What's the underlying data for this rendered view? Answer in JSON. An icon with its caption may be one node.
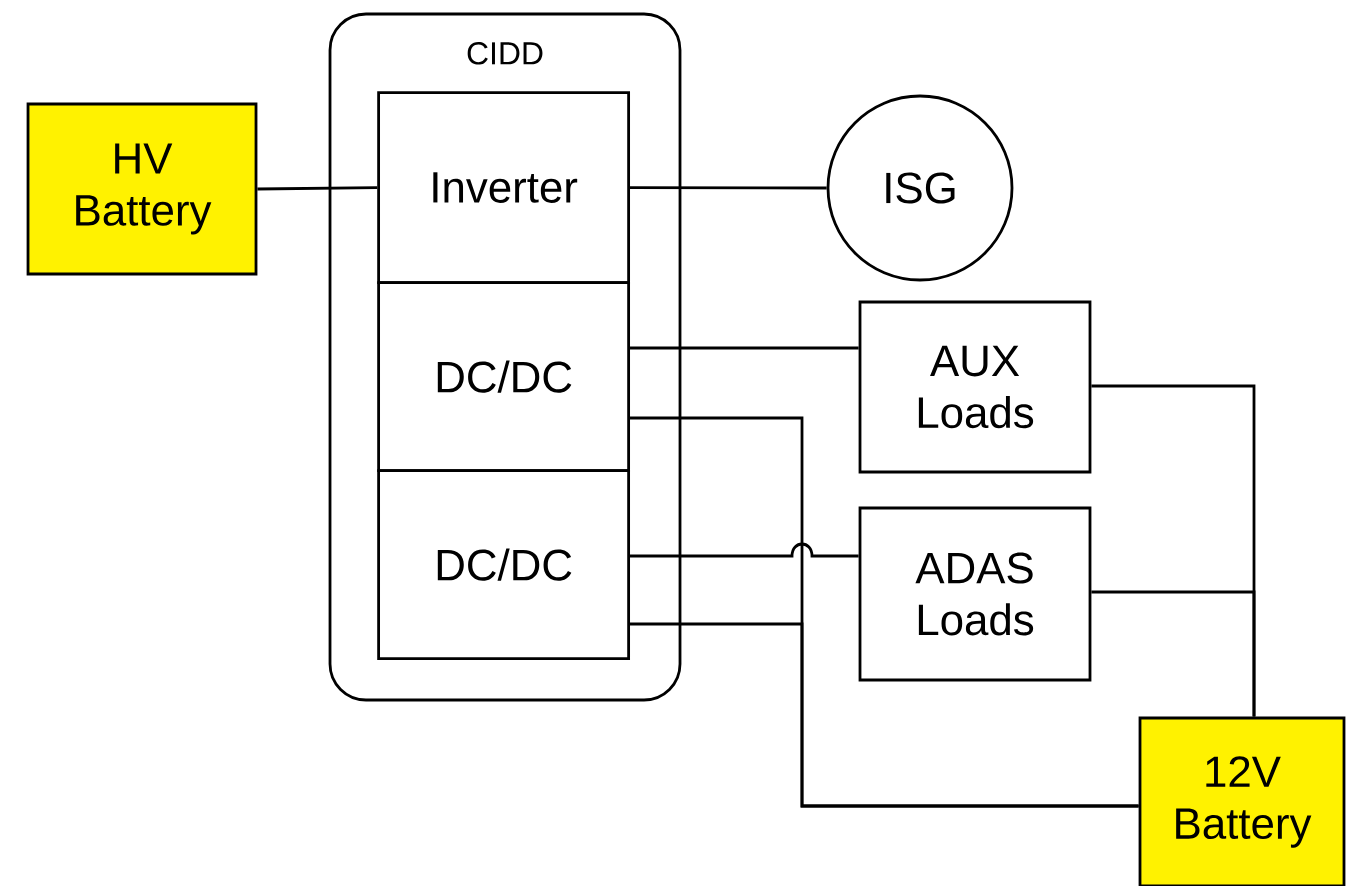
{
  "diagram": {
    "nodes": [
      {
        "text": [
          "HV Battery"
        ]
      },
      {
        "text": [
          "CIDD"
        ]
      },
      {
        "text": [
          "Inverter"
        ],
        "in": 1
      },
      {
        "text": [
          "DC/DC"
        ],
        "in": 1
      },
      {
        "text": [
          "DC/DC"
        ],
        "in": 1
      },
      {
        "text": [
          "ISG"
        ]
      },
      {
        "text": [
          "AUX Loads"
        ]
      },
      {
        "text": [
          "ADAS Loads"
        ]
      },
      {
        "text": [
          "12V Battery"
        ]
      }
    ],
    "edges": [
      {
        "from": 0,
        "to": 2,
        "arrow": "none"
      },
      {
        "from": 2,
        "to": 5,
        "arrow": "none"
      },
      {
        "from": 3,
        "to": 6,
        "arrow": "none"
      },
      {
        "from": 3,
        "to": 8,
        "arrow": "none"
      },
      {
        "from": 4,
        "to": 7,
        "arrow": "none"
      },
      {
        "from": 4,
        "to": 8,
        "arrow": "none"
      },
      {
        "from": 6,
        "to": 8,
        "arrow": "none"
      },
      {
        "from": 7,
        "to": 8,
        "arrow": "none"
      }
    ]
  }
}
